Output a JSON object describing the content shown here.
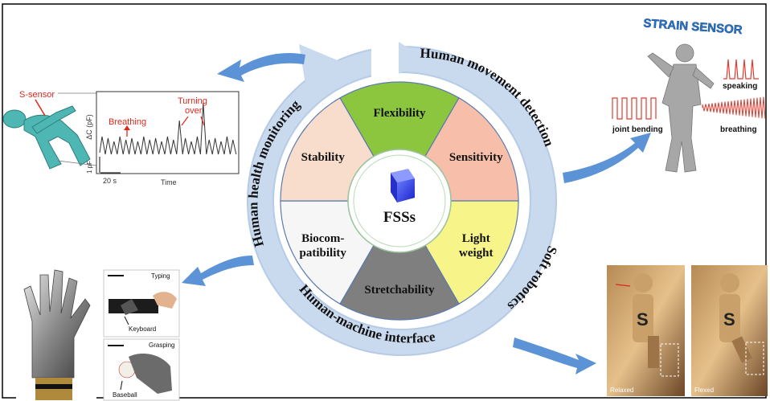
{
  "center": {
    "label": "FSSs",
    "sectors": [
      {
        "id": "flexibility",
        "label": "Flexibility",
        "color": "#8cc63f"
      },
      {
        "id": "sensitivity",
        "label": "Sensitivity",
        "color": "#f7bfaa"
      },
      {
        "id": "light-weight",
        "label": "Light\nweight",
        "color": "#f7f48a"
      },
      {
        "id": "stretchability",
        "label": "Stretchability",
        "color": "#7f7f7f"
      },
      {
        "id": "biocompatibility",
        "label": "Biocom-\npatibility",
        "color": "#f6f6f6"
      },
      {
        "id": "stability",
        "label": "Stability",
        "color": "#f8dccc"
      }
    ]
  },
  "ring": {
    "labels": {
      "health": "Human health monitoring",
      "movement": "Human movement detection",
      "soft": "Soft robotics",
      "interface": "Human-machine interface"
    }
  },
  "health_panel": {
    "sensor_label": "S-sensor",
    "breathing_label": "Breathing",
    "turning_label_1": "Turning",
    "turning_label_2": "over",
    "ylabel": "ΔC (pF)",
    "scale_y": "1 pF",
    "scale_x": "20 s",
    "xlabel": "Time"
  },
  "strain_panel": {
    "title": "STRAIN SENSOR",
    "speaking": "speaking",
    "joint_bending": "joint bending",
    "breathing": "breathing"
  },
  "hmi_panel": {
    "typing": "Typing",
    "keyboard": "Keyboard",
    "grasping": "Grasping",
    "baseball": "Baseball"
  },
  "robot_panel": {
    "relaxed": "Relaxed",
    "flexed": "Flexed",
    "chest_letter": "S"
  },
  "chart_data": {
    "type": "table",
    "title": "",
    "center": "FSSs",
    "categories": [
      "Flexibility",
      "Sensitivity",
      "Light weight",
      "Stretchability",
      "Biocompatibility",
      "Stability"
    ],
    "applications": [
      "Human health monitoring",
      "Human movement detection",
      "Soft robotics",
      "Human-machine interface"
    ]
  }
}
